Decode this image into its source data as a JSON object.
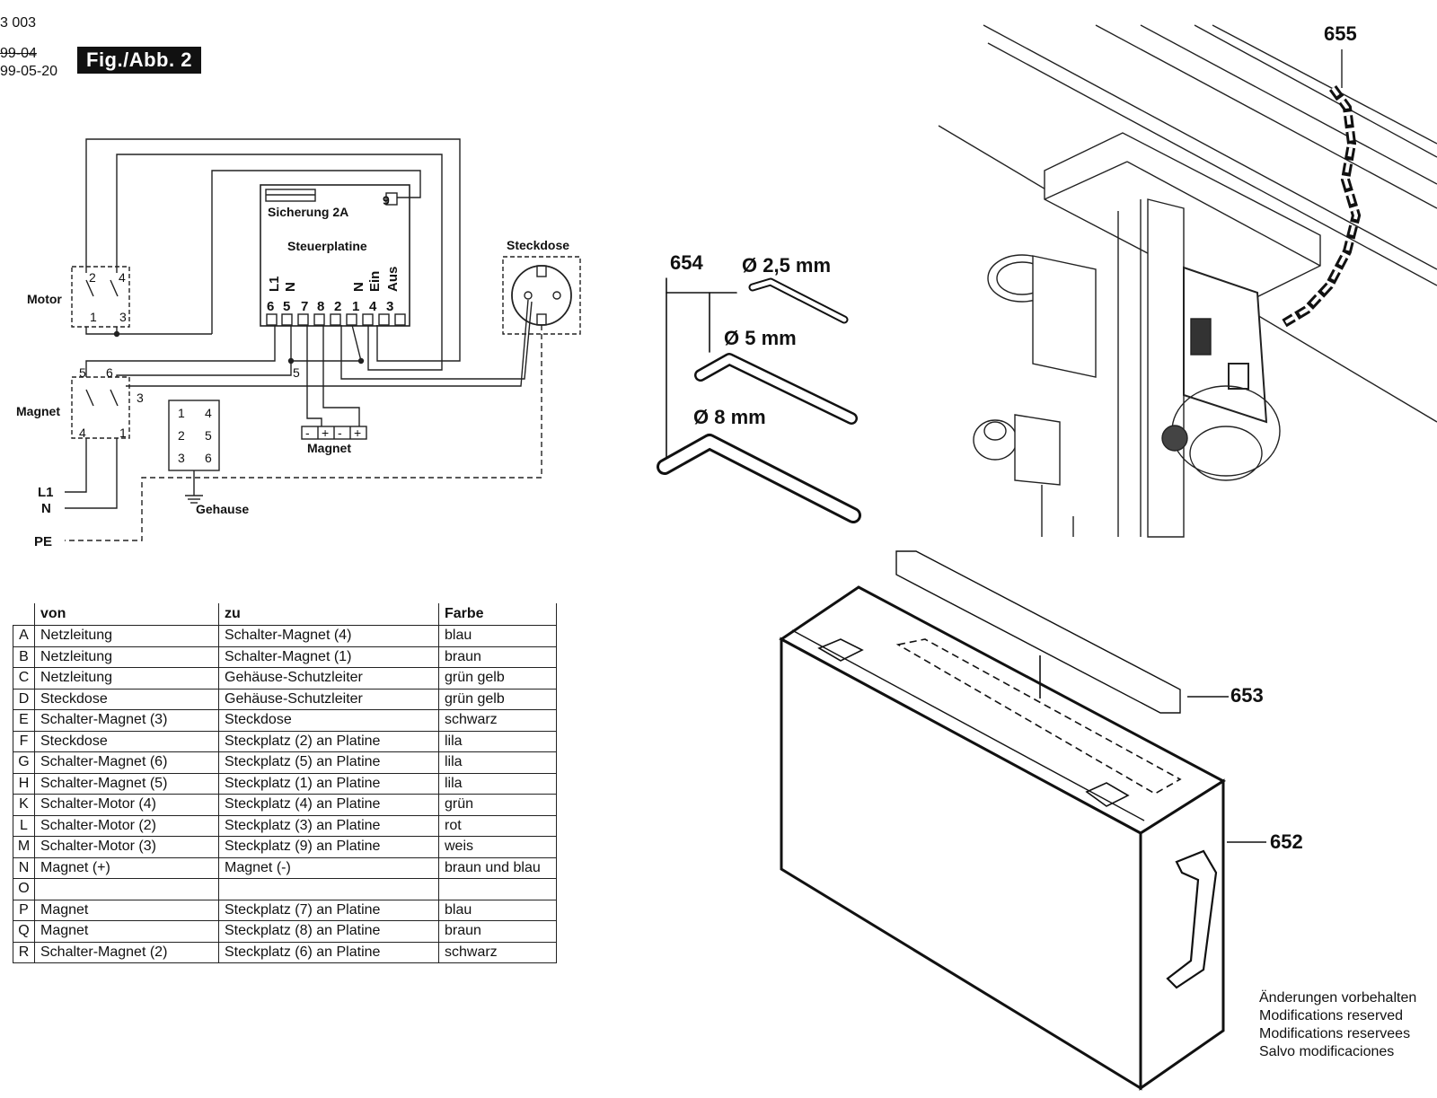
{
  "header": {
    "doc_number": "3 003",
    "date_old": "99-04",
    "date_new": "99-05-20",
    "figure_label": "Fig./Abb. 2"
  },
  "wiring": {
    "fuse_label": "Sicherung 2A",
    "board_label": "Steuerplatine",
    "board_terminal_9": "9",
    "board_labels": [
      "L1",
      "N",
      "",
      "",
      "N",
      "Ein",
      "Aus"
    ],
    "board_numbers": [
      "6",
      "5",
      "7",
      "8",
      "2",
      "1",
      "4",
      "3"
    ],
    "motor_label": "Motor",
    "motor_contacts": [
      "2",
      "4",
      "1",
      "3"
    ],
    "magnet_switch_label": "Magnet",
    "magnet_contacts_top": [
      "5",
      "6"
    ],
    "magnet_contact_side": "3",
    "magnet_contacts_bottom": [
      "4",
      "1"
    ],
    "node_5": "5",
    "terminal_block_numbers": [
      "1",
      "4",
      "2",
      "5",
      "3",
      "6"
    ],
    "magnet_label": "Magnet",
    "magnet_terminals": [
      "-",
      "+",
      "-",
      "+"
    ],
    "socket_label": "Steckdose",
    "housing_label": "Gehause",
    "mains_l1": "L1",
    "mains_n": "N",
    "mains_pe": "PE"
  },
  "table": {
    "headers": [
      "von",
      "zu",
      "Farbe"
    ],
    "rows": [
      {
        "id": "A",
        "von": "Netzleitung",
        "zu": "Schalter-Magnet (4)",
        "farbe": "blau"
      },
      {
        "id": "B",
        "von": "Netzleitung",
        "zu": "Schalter-Magnet (1)",
        "farbe": "braun"
      },
      {
        "id": "C",
        "von": "Netzleitung",
        "zu": "Gehäuse-Schutzleiter",
        "farbe": "grün gelb"
      },
      {
        "id": "D",
        "von": "Steckdose",
        "zu": "Gehäuse-Schutzleiter",
        "farbe": "grün gelb"
      },
      {
        "id": "E",
        "von": "Schalter-Magnet (3)",
        "zu": "Steckdose",
        "farbe": "schwarz"
      },
      {
        "id": "F",
        "von": "Steckdose",
        "zu": "Steckplatz (2) an Platine",
        "farbe": "lila"
      },
      {
        "id": "G",
        "von": "Schalter-Magnet (6)",
        "zu": "Steckplatz (5) an Platine",
        "farbe": "lila"
      },
      {
        "id": "H",
        "von": "Schalter-Magnet (5)",
        "zu": "Steckplatz (1) an Platine",
        "farbe": "lila"
      },
      {
        "id": "K",
        "von": "Schalter-Motor (4)",
        "zu": "Steckplatz (4) an Platine",
        "farbe": "grün"
      },
      {
        "id": "L",
        "von": "Schalter-Motor (2)",
        "zu": "Steckplatz (3) an Platine",
        "farbe": "rot"
      },
      {
        "id": "M",
        "von": "Schalter-Motor (3)",
        "zu": "Steckplatz (9) an Platine",
        "farbe": "weis"
      },
      {
        "id": "N",
        "von": "Magnet (+)",
        "zu": "Magnet (-)",
        "farbe": "braun und blau"
      },
      {
        "id": "O",
        "von": "",
        "zu": "",
        "farbe": ""
      },
      {
        "id": "P",
        "von": "Magnet",
        "zu": "Steckplatz (7) an Platine",
        "farbe": "blau"
      },
      {
        "id": "Q",
        "von": "Magnet",
        "zu": "Steckplatz (8) an Platine",
        "farbe": "braun"
      },
      {
        "id": "R",
        "von": "Schalter-Magnet (2)",
        "zu": "Steckplatz (6) an Platine",
        "farbe": "schwarz"
      }
    ]
  },
  "parts": {
    "p655": "655",
    "p654": "654",
    "p653": "653",
    "p652": "652",
    "key_small": "Ø 2,5 mm",
    "key_medium": "Ø 5 mm",
    "key_large": "Ø 8 mm"
  },
  "footer": {
    "lines": [
      "Änderungen vorbehalten",
      "Modifications reserved",
      "Modifications reservees",
      "Salvo modificaciones"
    ]
  }
}
